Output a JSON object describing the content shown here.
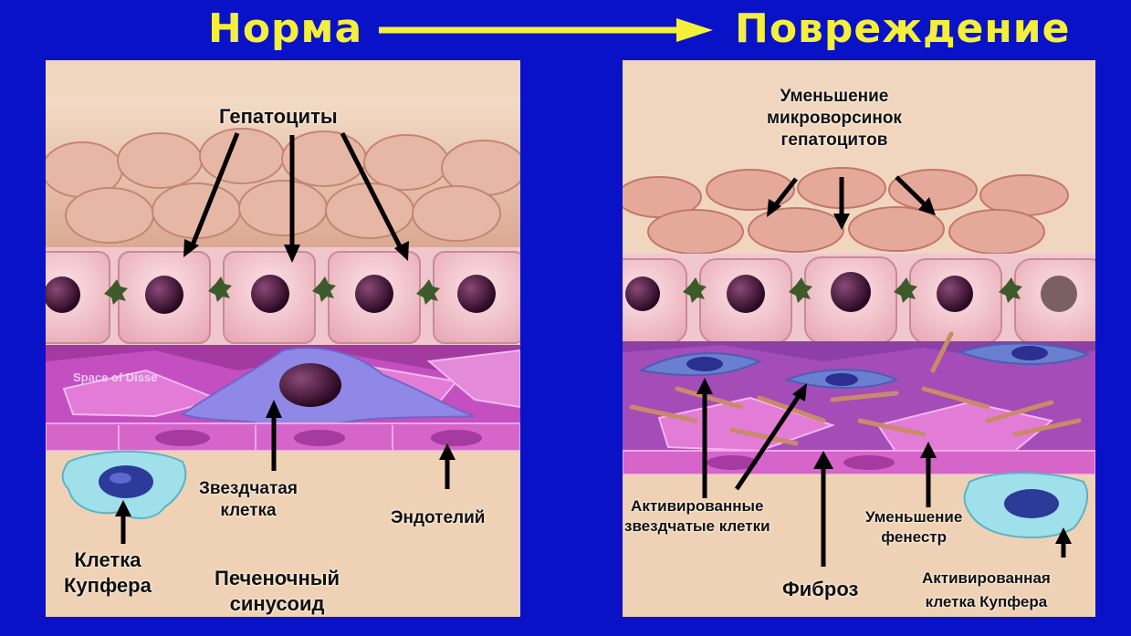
{
  "header": {
    "left_title": "Норма",
    "right_title": "Повреждение"
  },
  "left_panel": {
    "hepatocytes": "Гепатоциты",
    "space_of_disse": "Space of Disse",
    "stellate_cell": [
      "Звездчатая",
      "клетка"
    ],
    "endothelium": "Эндотелий",
    "kupffer_cell": [
      "Клетка",
      "Купфера"
    ],
    "sinusoid": [
      "Печеночный",
      "синусоид"
    ]
  },
  "right_panel": {
    "microvilli": [
      "Уменьшение",
      "микроворсинок",
      "гепатоцитов"
    ],
    "activated_stellate": [
      "Активированные",
      "звездчатые клетки"
    ],
    "fibrosis": "Фиброз",
    "fenestrae": [
      "Уменьшение",
      "фенестр"
    ],
    "activated_kupffer": [
      "Активированная",
      "клетка Купфера"
    ]
  },
  "colors": {
    "background": "#0a12c8",
    "title": "#f4f03a",
    "hepatocyte": "#f6cdd3",
    "nucleus": "#3a1030",
    "stellate": "#8f88e6",
    "endothelium": "#d565c9",
    "kupffer": "#9fe0ea",
    "collagen": "#c98a6a"
  }
}
